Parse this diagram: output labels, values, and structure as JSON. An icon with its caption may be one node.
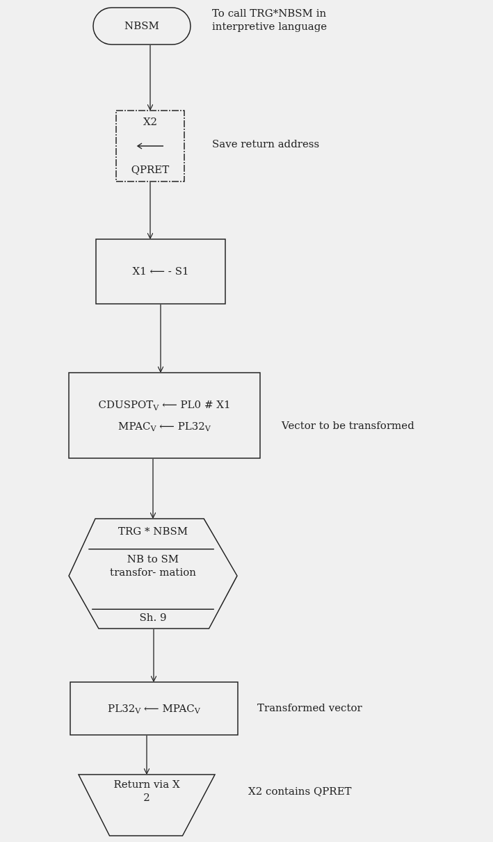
{
  "diagram": {
    "nodes": [
      {
        "text": [
          "NBSM"
        ],
        "beside": [
          "To call TRG*NBSM in interpretive language"
        ]
      },
      {
        "text": [
          "X2",
          "QPRET"
        ],
        "beside": [
          "Save return address"
        ]
      },
      {
        "text": [
          "X1 ⟵ - S1"
        ]
      },
      {
        "text": [
          "CDUSPOT$_{V}$ ⟵ PL0 # X1",
          "MPAC$_{V}$ ⟵ PL32$_{V}$"
        ],
        "beside": [
          "Vector to be transformed"
        ]
      },
      {
        "text": [
          "TRG * NBSM",
          "NB to SM transfor- mation",
          "Sh. 9"
        ]
      },
      {
        "text": [
          "PL32$_{V}$ ⟵ MPAC$_{V}$"
        ],
        "beside": [
          "Transformed vector"
        ]
      },
      {
        "text": [
          "Return via X 2"
        ],
        "beside": [
          "X2 contains QPRET"
        ]
      }
    ],
    "edges": [
      {
        "from": 0,
        "to": 1,
        "arrow": "to"
      },
      {
        "from": 1,
        "to": 2,
        "arrow": "to"
      },
      {
        "from": 2,
        "to": 3,
        "arrow": "to"
      },
      {
        "from": 3,
        "to": 4,
        "arrow": "to"
      },
      {
        "from": 4,
        "to": 5,
        "arrow": "to"
      },
      {
        "from": 5,
        "to": 6,
        "arrow": "to"
      }
    ]
  }
}
